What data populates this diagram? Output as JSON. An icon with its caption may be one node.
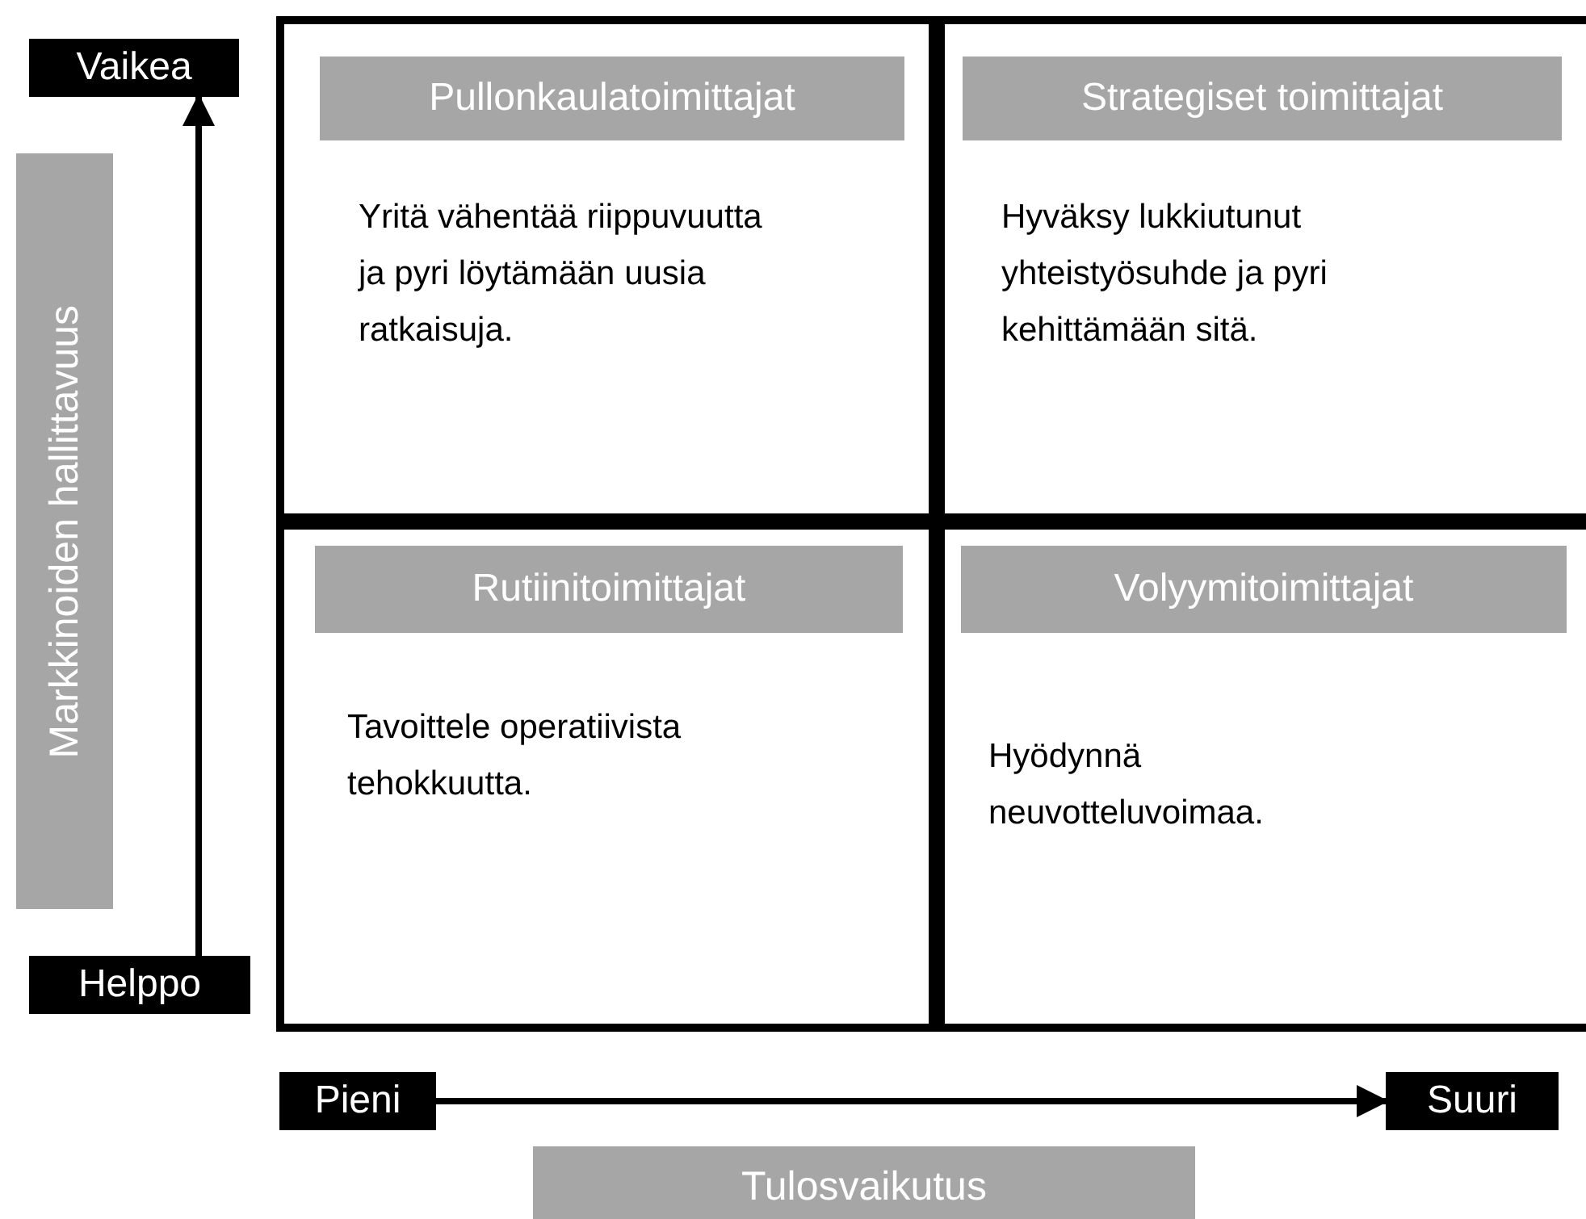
{
  "diagram": {
    "nodes": [
      {
        "text": [
          "Yritä vähentää riippuvuutta ja pyri löytämään uusia ratkaisuja."
        ]
      },
      {
        "text": [
          "Pullonkaulatoimittajat"
        ],
        "in": 0
      },
      {
        "text": [
          "Hyväksy lukkiutunut yhteistyösuhde ja pyri kehittämään sitä."
        ]
      },
      {
        "text": [
          "Strategiset toimittajat"
        ],
        "in": 2
      },
      {
        "text": [
          "Tavoittele operatiivista tehokkuutta."
        ]
      },
      {
        "text": [
          "Rutiinitoimittajat"
        ],
        "in": 4
      },
      {
        "text": [
          "Hyödynnä neuvotteluvoimaa."
        ]
      },
      {
        "text": [
          "Volyymitoimittajat"
        ],
        "in": 6
      },
      {
        "text": [
          "Vaikea"
        ]
      },
      {
        "text": [
          "Markkinoiden hallittavuus"
        ]
      },
      {
        "text": [
          "Helppo"
        ]
      },
      {
        "text": [
          "Pieni"
        ]
      },
      {
        "text": [
          "Suuri"
        ]
      },
      {
        "text": [
          "Tulosvaikutus"
        ]
      }
    ],
    "edges": [
      {
        "from": 10,
        "to": 8,
        "arrow": "to"
      },
      {
        "from": 11,
        "to": 12,
        "arrow": "to"
      }
    ]
  }
}
